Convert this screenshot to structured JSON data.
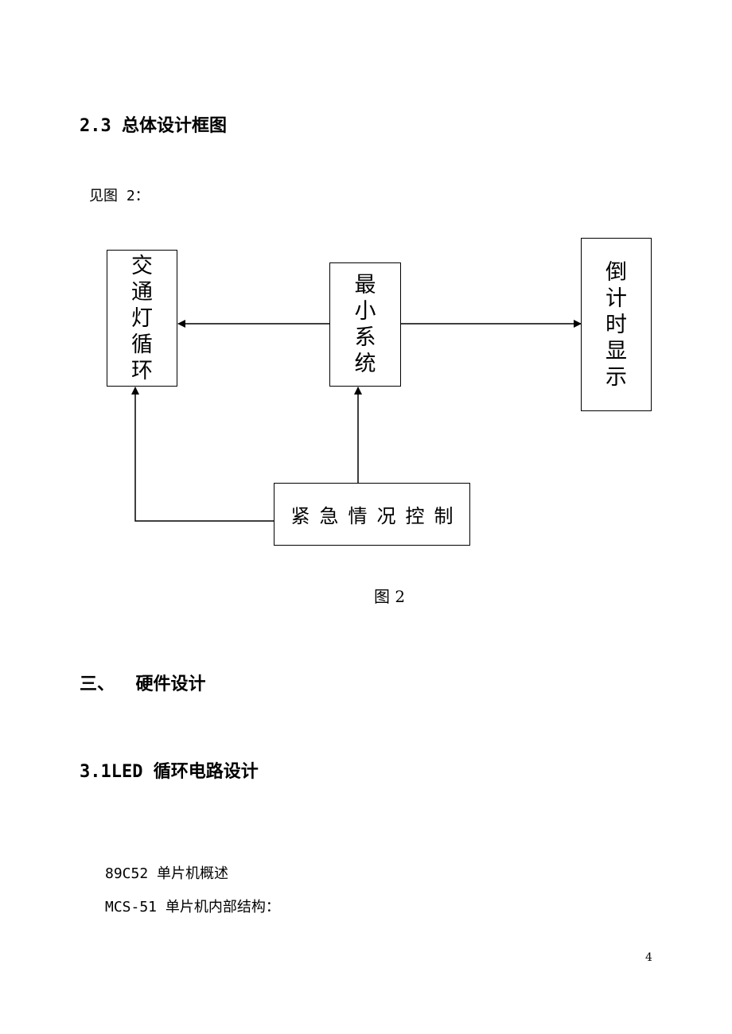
{
  "section_2_3": {
    "heading": "2.3 总体设计框图"
  },
  "see_figure": "见图 2：",
  "diagram": {
    "box_traffic": [
      "交",
      "通",
      "灯",
      "循",
      "环"
    ],
    "box_min_system": [
      "最",
      "小",
      "系",
      "统"
    ],
    "box_countdown": [
      "倒",
      "计",
      "时",
      "显",
      "示"
    ],
    "box_emergency": "紧急情况控制"
  },
  "figure_caption": "图 2",
  "section_3": {
    "heading": "三、  硬件设计"
  },
  "section_3_1": {
    "heading": "3.1LED 循环电路设计"
  },
  "paragraphs": {
    "p1": "89C52 单片机概述",
    "p2": "MCS-51 单片机内部结构："
  },
  "page_number": "4"
}
